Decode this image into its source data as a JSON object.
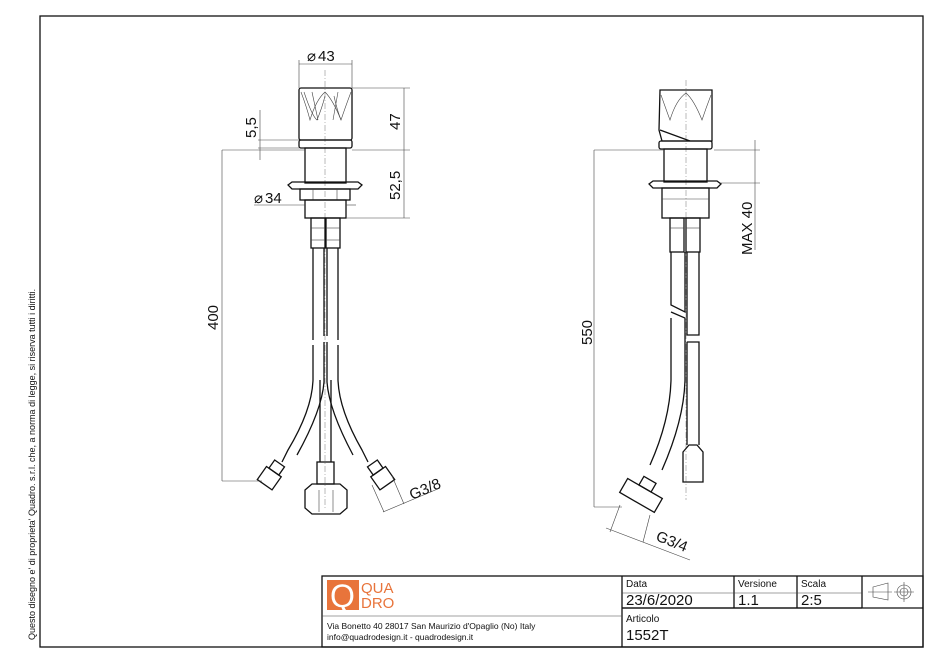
{
  "legal_notice": "Questo disegno e' di proprieta' Quadro. s.r.l. che, a norma di legge, si riserva tutti i diritti.",
  "logo": {
    "mark": "Q",
    "line1": "QUA",
    "line2": "DRO",
    "color": "#e8743b"
  },
  "company": {
    "address": "Via Bonetto 40  28017 San Maurizio d'Opaglio (No) Italy",
    "contacts": "info@quadrodesign.it  -  quadrodesign.it"
  },
  "title_block": {
    "date_label": "Data",
    "date_value": "23/6/2020",
    "version_label": "Versione",
    "version_value": "1.1",
    "scale_label": "Scala",
    "scale_value": "2:5",
    "article_label": "Articolo",
    "article_value": "1552T",
    "projection_icon": "first-angle-projection-icon"
  },
  "front_view": {
    "dims": {
      "knob_diameter": "43",
      "ring": "5,5",
      "knob_height": "47",
      "body_height": "52,5",
      "body_diameter": "34",
      "length": "400",
      "thread": "G3/8"
    },
    "diameter_symbol": "⌀"
  },
  "side_view": {
    "dims": {
      "max_thickness": "MAX 40",
      "length": "550",
      "thread": "G3/4"
    }
  }
}
